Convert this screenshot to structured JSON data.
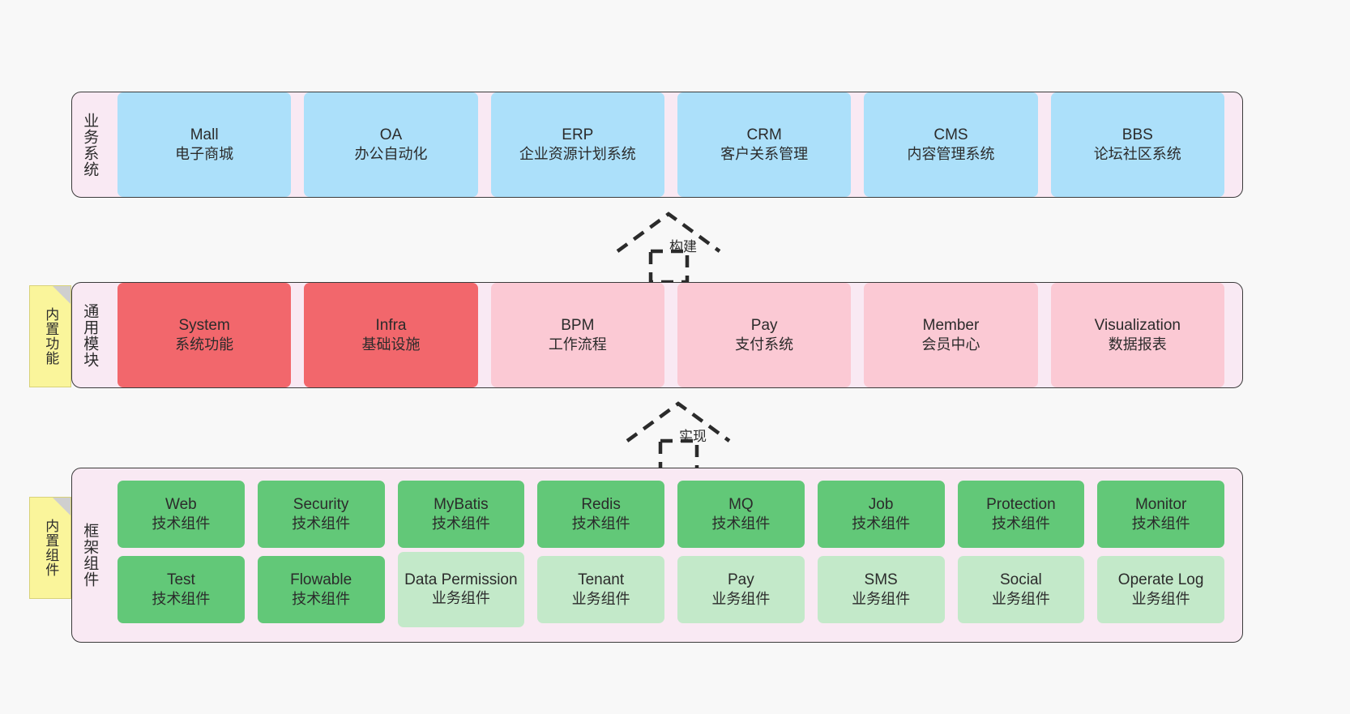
{
  "diagram": {
    "title": "业务系统 / 通用模块 / 框架组件 分层架构图",
    "background": "#f8f8f8",
    "panel_bg": "#f9e9f3",
    "panel_border": "#3b3b3b",
    "colors": {
      "blue": "#ace0fa",
      "red": "#f2676c",
      "pink": "#fbc9d4",
      "green": "#62c878",
      "mint": "#c3e9c9",
      "note_yellow": "#faf59b",
      "note_fold": "#cfcfcf"
    }
  },
  "layers": [
    {
      "id": "business-systems",
      "title": "业务系统",
      "rows": [
        {
          "cards": [
            {
              "en": "Mall",
              "cn": "电子商城",
              "color": "blue"
            },
            {
              "en": "OA",
              "cn": "办公自动化",
              "color": "blue"
            },
            {
              "en": "ERP",
              "cn": "企业资源计划系统",
              "color": "blue"
            },
            {
              "en": "CRM",
              "cn": "客户关系管理",
              "color": "blue"
            },
            {
              "en": "CMS",
              "cn": "内容管理系统",
              "color": "blue"
            },
            {
              "en": "BBS",
              "cn": "论坛社区系统",
              "color": "blue"
            }
          ]
        }
      ]
    },
    {
      "id": "common-modules",
      "title": "通用模块",
      "note": "内置功能",
      "rows": [
        {
          "cards": [
            {
              "en": "System",
              "cn": "系统功能",
              "color": "red"
            },
            {
              "en": "Infra",
              "cn": "基础设施",
              "color": "red"
            },
            {
              "en": "BPM",
              "cn": "工作流程",
              "color": "pink"
            },
            {
              "en": "Pay",
              "cn": "支付系统",
              "color": "pink"
            },
            {
              "en": "Member",
              "cn": "会员中心",
              "color": "pink"
            },
            {
              "en": "Visualization",
              "cn": "数据报表",
              "color": "pink"
            }
          ]
        }
      ]
    },
    {
      "id": "framework-components",
      "title": "框架组件",
      "note": "内置组件",
      "rows": [
        {
          "cards": [
            {
              "en": "Web",
              "cn": "技术组件",
              "color": "green"
            },
            {
              "en": "Security",
              "cn": "技术组件",
              "color": "green"
            },
            {
              "en": "MyBatis",
              "cn": "技术组件",
              "color": "green"
            },
            {
              "en": "Redis",
              "cn": "技术组件",
              "color": "green"
            },
            {
              "en": "MQ",
              "cn": "技术组件",
              "color": "green"
            },
            {
              "en": "Job",
              "cn": "技术组件",
              "color": "green"
            },
            {
              "en": "Protection",
              "cn": "技术组件",
              "color": "green"
            },
            {
              "en": "Monitor",
              "cn": "技术组件",
              "color": "green"
            }
          ]
        },
        {
          "cards": [
            {
              "en": "Test",
              "cn": "技术组件",
              "color": "green"
            },
            {
              "en": "Flowable",
              "cn": "技术组件",
              "color": "green"
            },
            {
              "en": "Data Permission",
              "cn": "业务组件",
              "color": "mint"
            },
            {
              "en": "Tenant",
              "cn": "业务组件",
              "color": "mint"
            },
            {
              "en": "Pay",
              "cn": "业务组件",
              "color": "mint"
            },
            {
              "en": "SMS",
              "cn": "业务组件",
              "color": "mint"
            },
            {
              "en": "Social",
              "cn": "业务组件",
              "color": "mint"
            },
            {
              "en": "Operate Log",
              "cn": "业务组件",
              "color": "mint"
            }
          ]
        }
      ]
    }
  ],
  "connectors": [
    {
      "id": "build",
      "label": "构建"
    },
    {
      "id": "implement",
      "label": "实现"
    }
  ]
}
